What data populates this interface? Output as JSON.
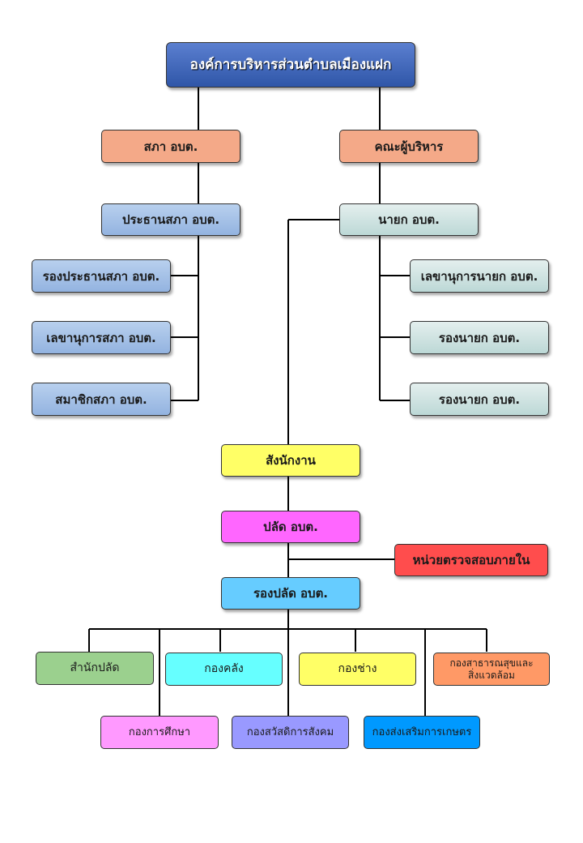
{
  "colors": {
    "title": "#3d64b8",
    "salmon": "#f4a988",
    "blue_light": "#a7c3e8",
    "teal_light": "#cfe3e2",
    "yellow": "#ffff66",
    "magenta": "#ff66ff",
    "red": "#ff4d4d",
    "sky": "#66ccff",
    "green": "#9bd08e",
    "cyan": "#66ffff",
    "yellow2": "#ffff66",
    "orange": "#ff9966",
    "pink": "#ff99ff",
    "lavender": "#9999ff",
    "azure": "#0099ff",
    "line": "#000000"
  },
  "nodes": {
    "root": "องค์การบริหารส่วนตำบลเมืองแฝก",
    "council": "สภา อบต.",
    "executive": "คณะผู้บริหาร",
    "council_president": "ประธานสภา อบต.",
    "mayor": "นายก อบต.",
    "vice_council_president": "รองประธานสภา อบต.",
    "council_secretary": "เลขานุการสภา อบต.",
    "council_member": "สมาชิกสภา อบต.",
    "mayor_secretary": "เลขานุการนายก อบต.",
    "vice_mayor_1": "รองนายก อบต.",
    "vice_mayor_2": "รองนายก อบต.",
    "staff": "สังนักงาน",
    "chief_admin": "ปลัด อบต.",
    "internal_audit": "หน่วยตรวจสอบภายใน",
    "deputy_chief_admin": "รองปลัด อบต.",
    "office_chief": "สำนักปลัด",
    "finance": "กองคลัง",
    "engineering": "กองช่าง",
    "health_line1": "กองสาธารณสุขและ",
    "health_line2": "สิ่งแวดล้อม",
    "education": "กองการศึกษา",
    "welfare": "กองสวัสดิการสังคม",
    "agriculture": "กองส่งเสริมการเกษตร"
  }
}
